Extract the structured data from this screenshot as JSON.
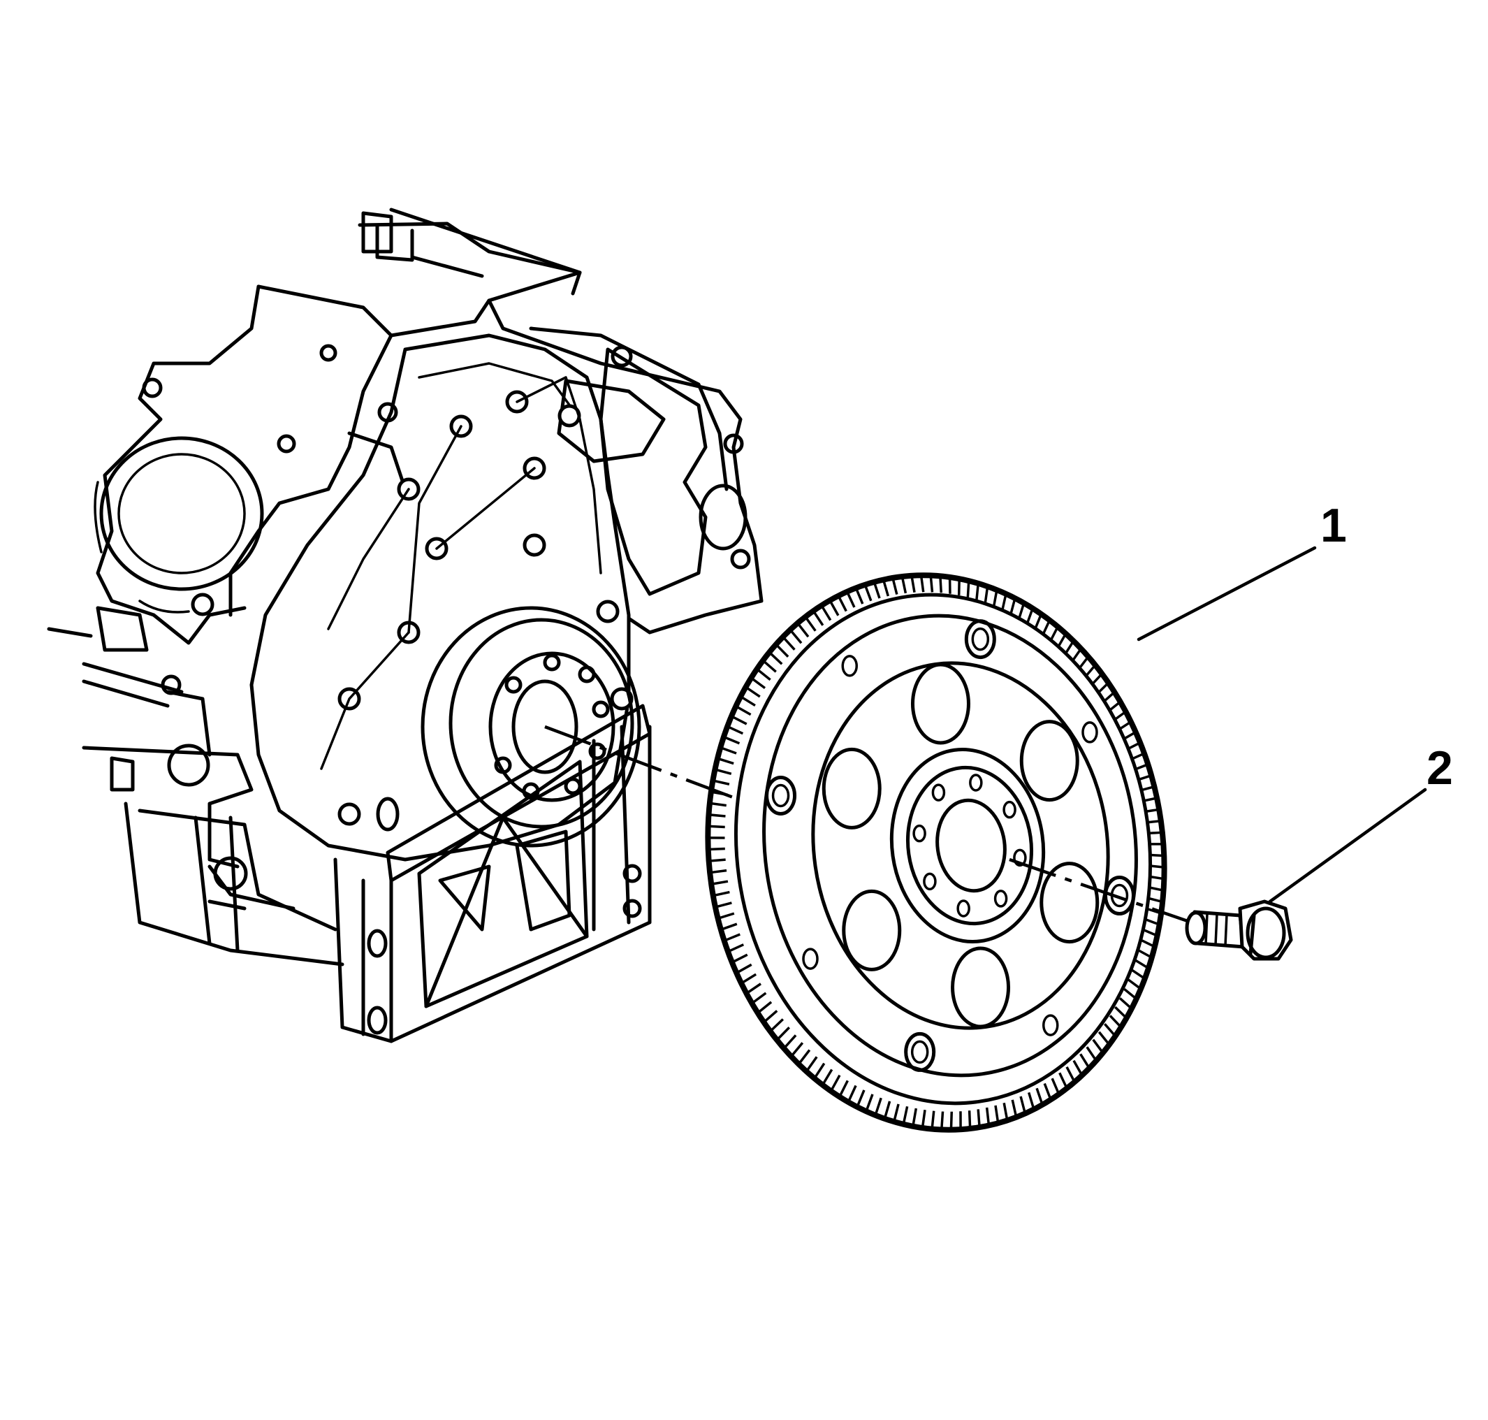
{
  "callouts": [
    {
      "number": "1",
      "part": "flywheel"
    },
    {
      "number": "2",
      "part": "flywheel-bolt"
    }
  ],
  "flywheel": {
    "ring_gear_teeth": 150,
    "lightening_holes": 6,
    "crank_bolt_holes": 8,
    "outer_bolt_holes": 4,
    "outer_small_holes": 4
  },
  "colors": {
    "line": "#000000",
    "background": "#ffffff"
  }
}
